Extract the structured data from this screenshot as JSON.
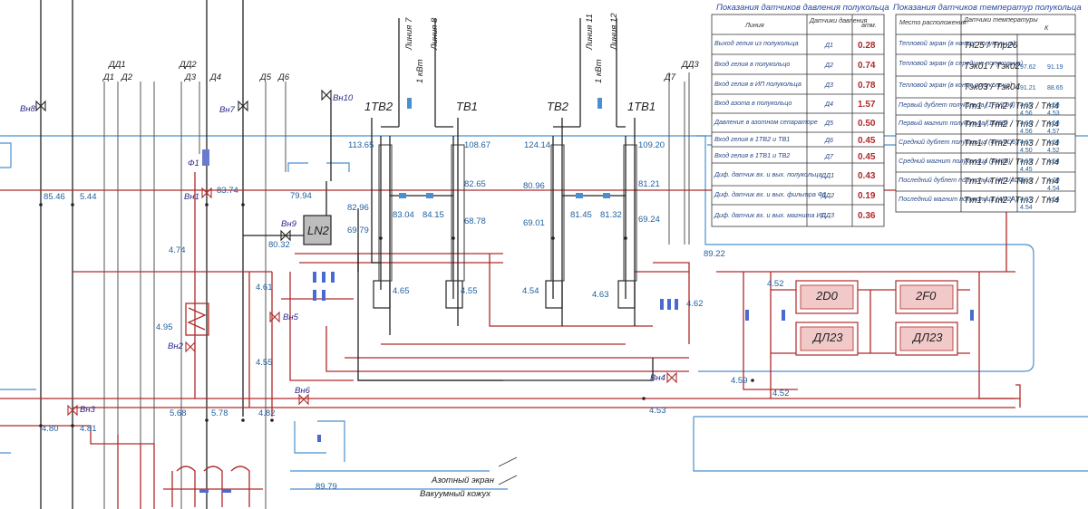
{
  "titles": {
    "pressure": "Показания датчиков давления полукольца",
    "temperature": "Показания датчиков температур полукольца"
  },
  "pressure_table": {
    "headers": [
      "Линия",
      "Датчики давления",
      "атм."
    ],
    "rows": [
      {
        "line": "Выход гелия из полукольца",
        "sensor": "Д1",
        "value": "0.28"
      },
      {
        "line": "Вход гелия в полукольцо",
        "sensor": "Д2",
        "value": "0.74"
      },
      {
        "line": "Вход гелия в ИП полукольца",
        "sensor": "Д3",
        "value": "0.78"
      },
      {
        "line": "Вход азота в полукольцо",
        "sensor": "Д4",
        "value": "1.57"
      },
      {
        "line": "Давление в азотном сепараторе",
        "sensor": "Д5",
        "value": "0.50"
      },
      {
        "line": "Вход гелия в 1ТВ2 и ТВ1",
        "sensor": "Д6",
        "value": "0.45"
      },
      {
        "line": "Вход гелия в 1ТВ1 и ТВ2",
        "sensor": "Д7",
        "value": "0.45"
      },
      {
        "line": "Диф. датчик вх. и вых. полукольца",
        "sensor": "ДД1",
        "value": "0.43"
      },
      {
        "line": "Диф. датчик вх. и вых. фильтра Ф1",
        "sensor": "ДД2",
        "value": "0.19"
      },
      {
        "line": "Диф. датчик вх. и вых. магнита ИП",
        "sensor": "ДД3",
        "value": "0.36"
      }
    ]
  },
  "temperature_table": {
    "headers": [
      "Место расположения",
      "Датчики температуры",
      "К"
    ],
    "rows": [
      {
        "place": "Тепловой экран (в начале полукольца)",
        "sensor": "Tн25 / Tпр26",
        "v1": "",
        "v2": ""
      },
      {
        "place": "Тепловой экран (в середине полукольца)",
        "sensor": "Tэк01 / Tэк02",
        "v1": "97.62",
        "v2": "91.19"
      },
      {
        "place": "Тепловой экран (в конце полукольца)",
        "sensor": "Tэк03 / Tэк04",
        "v1": "91.21",
        "v2": "88.65"
      },
      {
        "place": "Первый дублет полукольца (1F6/1D6)",
        "sensor": "Tm1 / Tm2 / Tm3 / Tm4",
        "v1": "4.55\n4.56",
        "v2": "4.56\n4.53"
      },
      {
        "place": "Первый магнит полукольца (1M6B)",
        "sensor": "Tm1 / Tm2 / Tm3 / Tm4",
        "v1": "4.56\n4.56",
        "v2": "4.56\n4.57"
      },
      {
        "place": "Средний дублет полукольца (4F6/4D6)",
        "sensor": "Tm1 / Tm2 / Tm3 / Tm4",
        "v1": "4.57\n4.50",
        "v2": "4.66\n4.52"
      },
      {
        "place": "Средний магнит полукольца (4M6B)",
        "sensor": "Tm1 / Tm2 / Tm3 / Tm4",
        "v1": "4.59\n4.45",
        "v2": "4.54\n"
      },
      {
        "place": "Последний дублет полукольца (4F1/4D0)",
        "sensor": "Tm1 / Tm2 / Tm3 / Tm4",
        "v1": "4.59\n",
        "v2": "4.70\n4.54"
      },
      {
        "place": "Последний магнит полукольца (4M2A)",
        "sensor": "Tm1 / Tm2 / Tm3 / Tm4",
        "v1": "4.57\n4.54",
        "v2": "4.54\n"
      }
    ]
  },
  "lines": [
    "Линия 7",
    "Линия 8",
    "Линия 11",
    "Линия 12"
  ],
  "heaters": [
    "1 кВт",
    "1 кВт"
  ],
  "sensors": [
    "ДД1",
    "ДД2",
    "ДД3",
    "Д1",
    "Д2",
    "Д3",
    "Д4",
    "Д5",
    "Д6",
    "Д7"
  ],
  "valves": [
    "Вн8",
    "Вн7",
    "Вн1",
    "Вн2",
    "Вн3",
    "Вн4",
    "Вн5",
    "Вн6",
    "Вн9",
    "Вн10"
  ],
  "units": [
    "1ТВ2",
    "ТВ1",
    "ТВ2",
    "1ТВ1",
    "LN2",
    "Ф1",
    "2D0",
    "2F0",
    "ДЛ23",
    "ДЛ23"
  ],
  "readings": {
    "r85_46": "85.46",
    "r5_44": "5.44",
    "r4_74": "4.74",
    "r4_95": "4.95",
    "r4_80": "4.80",
    "r4_81": "4.81",
    "r5_68": "5.68",
    "r5_78": "5.78",
    "r4_82": "4.82",
    "r83_74": "83.74",
    "r79_94": "79.94",
    "r80_32": "80.32",
    "r113_65": "113.65",
    "r82_96": "82.96",
    "r69_79": "69.79",
    "r83_04": "83.04",
    "r84_15": "84.15",
    "r108_67": "108.67",
    "r82_65": "82.65",
    "r68_78": "68.78",
    "r124_14": "124.14",
    "r80_96": "80.96",
    "r69_01": "69.01",
    "r81_45": "81.45",
    "r81_32": "81.32",
    "r109_20": "109.20",
    "r81_21": "81.21",
    "r69_24": "69.24",
    "r4_61": "4.61",
    "r4_55a": "4.55",
    "r4_65": "4.65",
    "r4_55b": "4.55",
    "r4_54": "4.54",
    "r4_63": "4.63",
    "r4_62": "4.62",
    "r89_22": "89.22",
    "r4_52a": "4.52",
    "r4_59": "4.59",
    "r4_52b": "4.52",
    "r4_53": "4.53",
    "r89_79": "89.79"
  },
  "legend": {
    "nitrogen_screen": "Азотный экран",
    "vacuum_jacket": "Вакуумный кожух"
  }
}
